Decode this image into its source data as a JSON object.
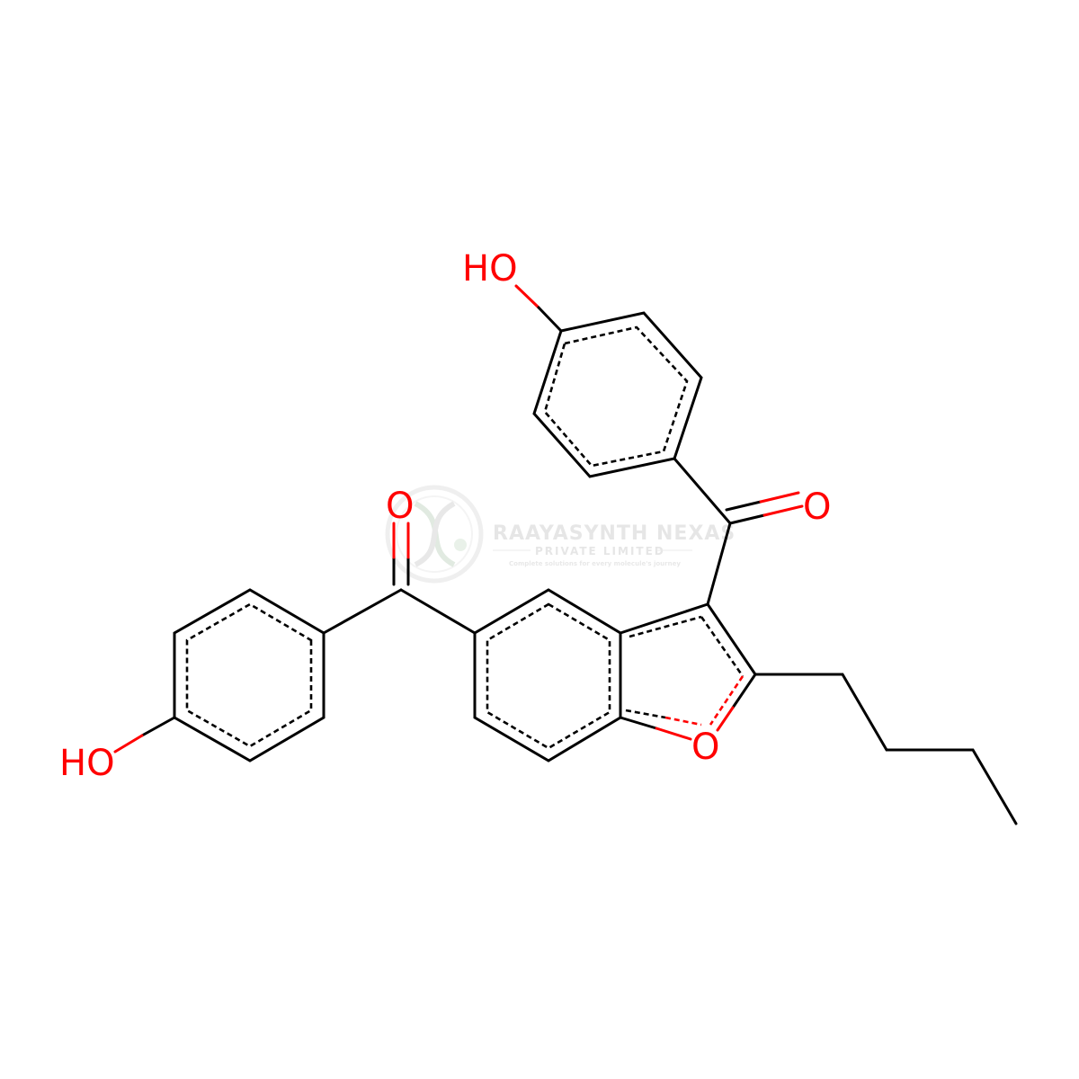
{
  "watermark": {
    "company": "RAAYASYNTH NEXAS",
    "subtitle": "PRIVATE LIMITED",
    "tagline": "Complete solutions for every molecule's journey",
    "color": "#d3d3d3",
    "logo_icon": "dna-helix-logo-icon"
  },
  "atom_labels": {
    "o_hydroxyl_top": "HO",
    "o_carbonyl_right": "O",
    "o_carbonyl_left": "O",
    "o_hydroxyl_left": "HO",
    "o_furan": "O"
  },
  "colors": {
    "bond": "#000000",
    "heteroatom": "#ff0000",
    "background": "#ffffff"
  }
}
